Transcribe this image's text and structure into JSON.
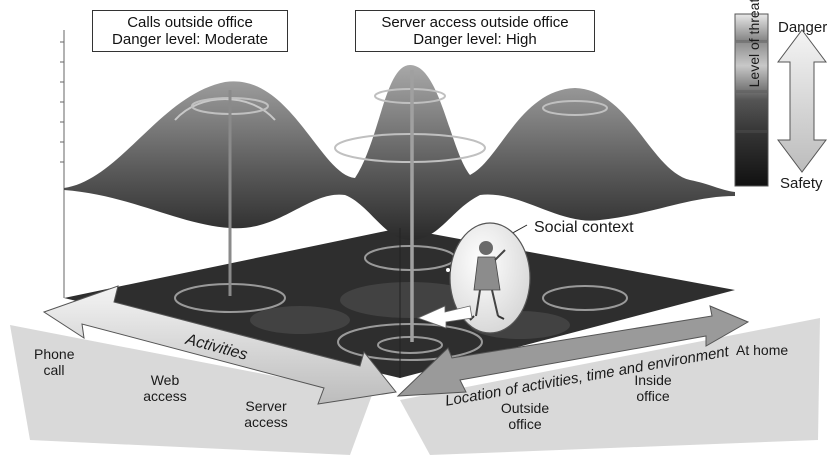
{
  "callouts": {
    "calls": {
      "title": "Calls outside office",
      "level": "Danger level: Moderate"
    },
    "server": {
      "title": "Server access outside office",
      "level": "Danger level: High"
    }
  },
  "scale": {
    "top": "Danger",
    "bottom": "Safety",
    "axis": "Level of threat"
  },
  "social_context": "Social context",
  "activities": {
    "title": "Activities",
    "items": [
      "Phone\ncall",
      "Web\naccess",
      "Server\naccess"
    ]
  },
  "locations": {
    "title": "Location of activities, time and environment",
    "items": [
      "Outside\noffice",
      "Inside\noffice",
      "At home"
    ]
  }
}
